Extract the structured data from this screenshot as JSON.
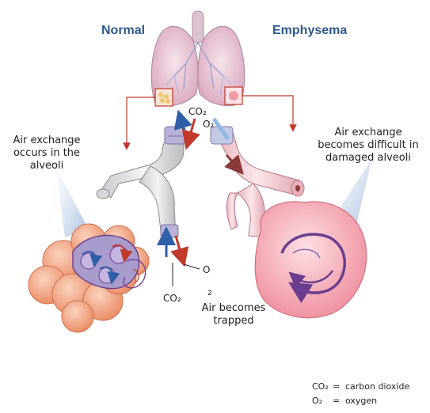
{
  "headers": {
    "normal": "Normal",
    "emphysema": "Emphysema"
  },
  "labels": {
    "normal_exchange": "Air exchange occurs in the alveoli",
    "emphysema_exchange": "Air exchange becomes difficult in damaged alveoli",
    "trapped": "Air becomes trapped"
  },
  "gas_labels": {
    "co2_top": "CO₂",
    "o2_top": "O₂",
    "o_bottom": "O",
    "co2_bottom": "CO₂",
    "stray_two": "2"
  },
  "legend": [
    {
      "symbol": "CO₂",
      "eq": "=",
      "meaning": "carbon dioxide"
    },
    {
      "symbol": "O₂",
      "eq": "=",
      "meaning": "oxygen"
    }
  ],
  "colors": {
    "heading": "#2e5a8c",
    "arrow_red": "#c0392b",
    "arrow_blue": "#2f5fa8",
    "lung_pink": "#e9c3d3",
    "alveoli_orange": "#f2a47f",
    "damaged_pink": "#f4aab4"
  }
}
